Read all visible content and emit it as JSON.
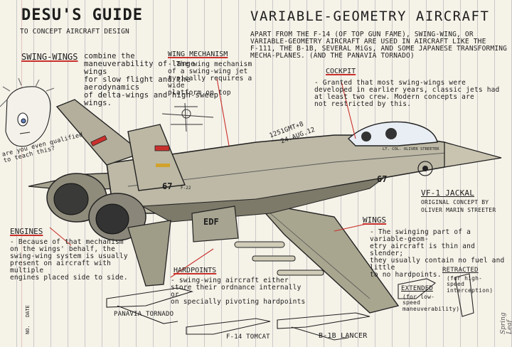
{
  "title": {
    "main": "DESU'S GUIDE",
    "subtitle": "TO CONCEPT AIRCRAFT DESIGN"
  },
  "header": "VARIABLE-GEOMETRY AIRCRAFT",
  "intro": "APART FROM THE F-14 (OF TOP GUN FAME), SWING-WING, OR\nVARIABLE-GEOMETRY AIRCRAFT ARE USED IN AIRCRAFT LIKE THE\nF-111, THE B-1B, SEVERAL MiGs, AND SOME JAPANESE TRANSFORMING\nMECHA-PLANES. (AND THE PANAVIA TORNADO)",
  "swing_wings": {
    "label": "SWING-WINGS",
    "text": "combine the\nmaneuverability of large wings\nfor slow flight and the aerodynamics\nof delta-wings and high-sweep\nwings."
  },
  "wing_mechanism": {
    "label": "WING MECHANISM",
    "text": "- The wing mechanism\nof a swing-wing jet\ntypically requires a wide\nplatform on top"
  },
  "cockpit": {
    "label": "COCKPIT",
    "text": "- Granted that most swing-wings were\ndeveloped in earlier years, classic jets had\nat least two crew. Modern concepts are\nnot restricted by this."
  },
  "signature": {
    "time": "1251GMT+8",
    "date": "24.AUG.12"
  },
  "vf_label": {
    "title": "VF-1 JACKAL",
    "line1": "ORIGINAL CONCEPT BY",
    "line2": "OLIVER MARIN STREETER"
  },
  "wings": {
    "label": "WINGS",
    "text": "- The swinging part of a variable-geom-\netry aircraft is thin and slender;\nthey usually contain no fuel and little\nto no hardpoints."
  },
  "engines": {
    "label": "ENGINES",
    "text": "- Because of that mechanism\non the wings' behalf, the\nswing-wing system is usually\npresent on aircraft with multiple\nengines placed side to side."
  },
  "hardpoints": {
    "label": "HARDPOINTS",
    "text": "- swing-wing aircraft either\nstore their ordnance internally or\non specially pivoting hardpoints"
  },
  "extended": {
    "label": "EXTENDED",
    "text": "(for low-\nspeed\nmaneuverability)"
  },
  "retracted": {
    "label": "RETRACTED",
    "text": "(for high-\nspeed\ninterception)"
  },
  "character_note": "are you even qualified\nto teach this?",
  "aircraft_examples": [
    {
      "name": "PANAVIA TORNADO"
    },
    {
      "name": "F-14 TOMCAT"
    },
    {
      "name": "B-1B LANCER"
    }
  ],
  "jet_markings": {
    "tail_number": "67",
    "nose_number": "67",
    "intake_code": "EDF",
    "cockpit_name": "LT. COL. OLIVER STREETER",
    "tail_code": "F-22"
  },
  "notebook_footer": {
    "no": "NO.",
    "date": "DATE"
  },
  "brand": "Spring Leaf",
  "colors": {
    "jet_body": "#b9b6a2",
    "jet_shadow": "#6f6d5f",
    "accent_red": "#c9302c",
    "ink": "#1d1d1d",
    "paper": "#f5f2e8"
  }
}
